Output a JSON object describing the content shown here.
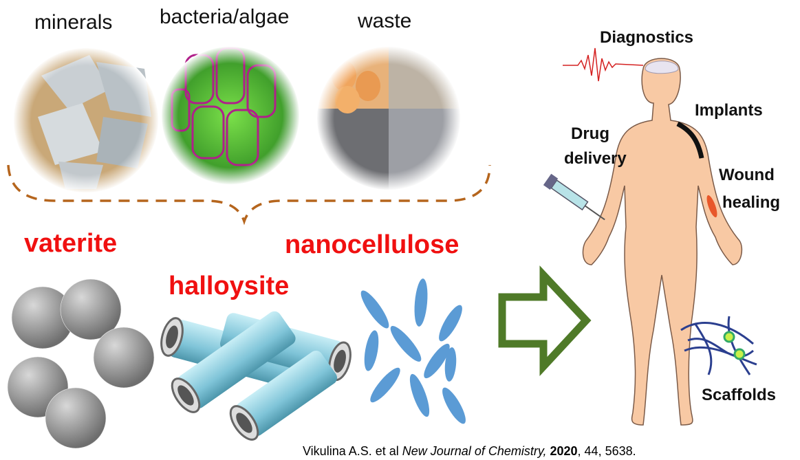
{
  "sources": {
    "minerals": "minerals",
    "bacteria": "bacteria/algae",
    "waste": "waste"
  },
  "materials": {
    "vaterite": "vaterite",
    "halloysite": "halloysite",
    "nanocellulose": "nanocellulose"
  },
  "applications": {
    "diagnostics": "Diagnostics",
    "implants": "Implants",
    "drug_1": "Drug",
    "drug_2": "delivery",
    "wound_1": "Wound",
    "wound_2": "healing",
    "scaffolds": "Scaffolds"
  },
  "citation": {
    "authors": "Vikulina A.S. et al ",
    "journal": "New Journal of Chemistry,",
    "year": " 2020",
    "rest": ", 44, 5638."
  },
  "colors": {
    "accent_red": "#f01010",
    "brace": "#b5651d",
    "arrow": "#4f7a28",
    "skin": "#f8c9a4",
    "tube": "#8fd0e0",
    "fiber": "#5b9bd5"
  }
}
